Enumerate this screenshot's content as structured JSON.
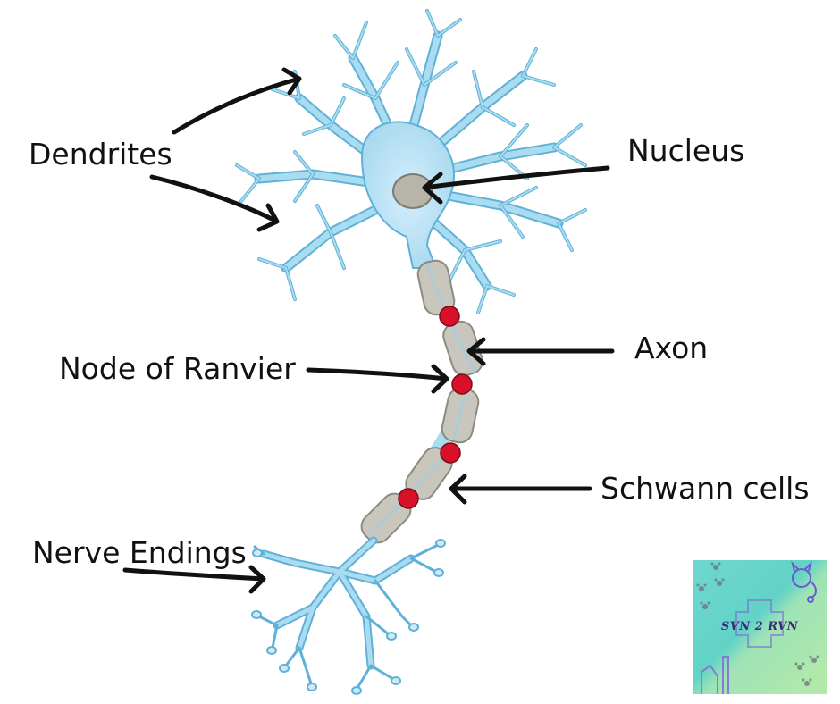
{
  "labels": {
    "dendrites": "Dendrites",
    "nucleus": "Nucleus",
    "axon": "Axon",
    "node_of_ranvier": "Node of Ranvier",
    "schwann_cells": "Schwann cells",
    "nerve_endings": "Nerve Endings"
  },
  "logo": {
    "text": "SVN 2 RVN"
  },
  "colors": {
    "neuron_fill": "#a9dcf0",
    "neuron_stroke": "#5aaad0",
    "nucleus": "#b7b4aa",
    "myelin": "#c9c7bd",
    "node": "#d8102a",
    "arrow": "#111111"
  }
}
